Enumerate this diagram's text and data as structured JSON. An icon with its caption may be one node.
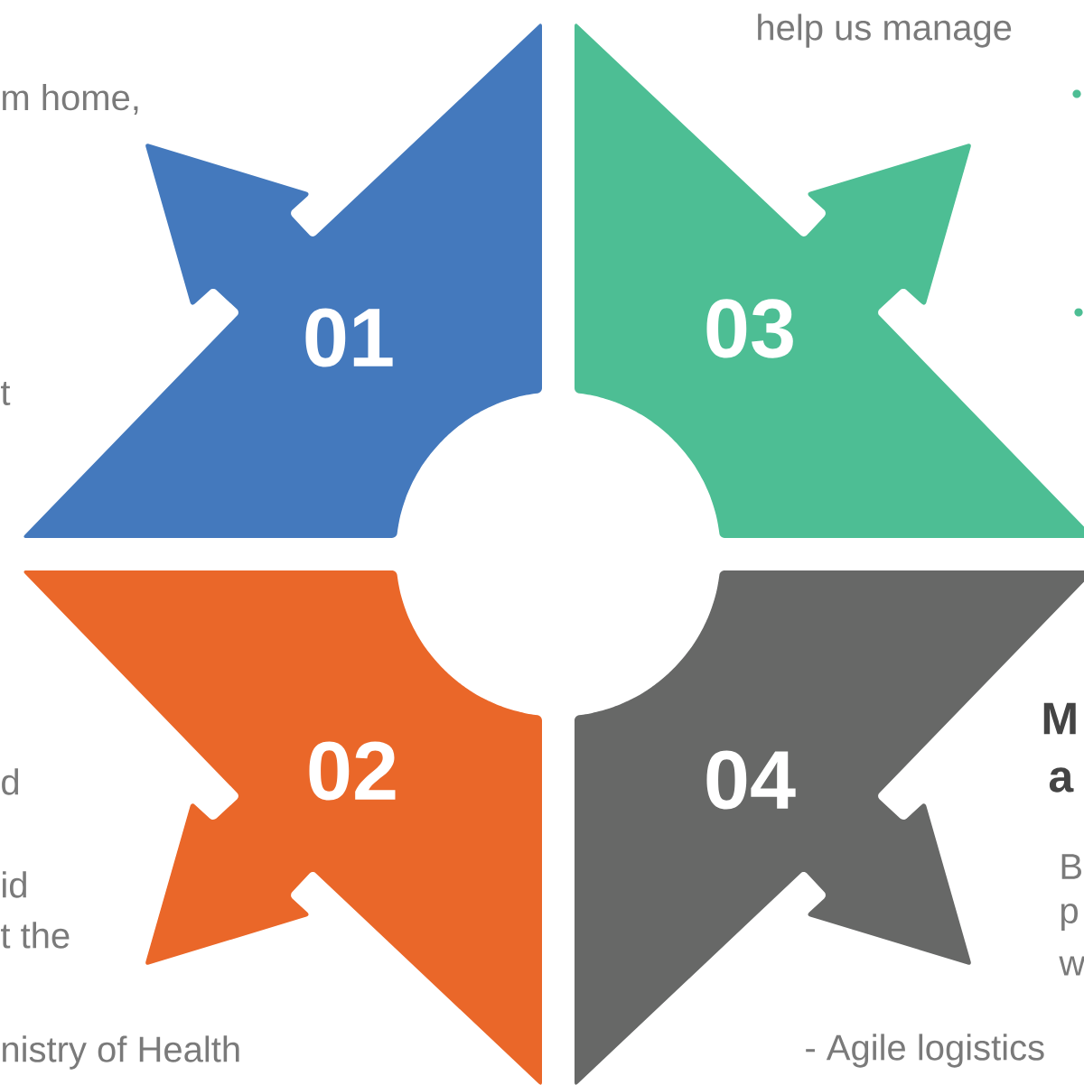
{
  "diagram": {
    "nodes": [
      {
        "text": [
          "01"
        ]
      },
      {
        "text": [
          "03"
        ]
      },
      {
        "text": [
          "02"
        ]
      },
      {
        "text": [
          "04"
        ]
      }
    ],
    "labels": [
      "help us manage",
      "m home,",
      "t",
      "M",
      "a",
      "d",
      "B",
      "id",
      "p",
      "t the",
      "w",
      "nistry of Health",
      "-  Agile logistics"
    ]
  }
}
